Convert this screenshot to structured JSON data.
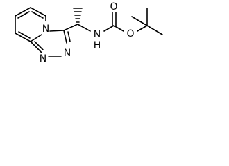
{
  "molecule": {
    "atoms": {
      "n4": "N",
      "n_amide": "N",
      "h_amide": "H",
      "o_carbonyl": "O",
      "o_ester": "O",
      "n1": "N",
      "n2": "N"
    }
  },
  "colors": {
    "bond": "#000000",
    "label": "#000000",
    "background": "#ffffff"
  }
}
